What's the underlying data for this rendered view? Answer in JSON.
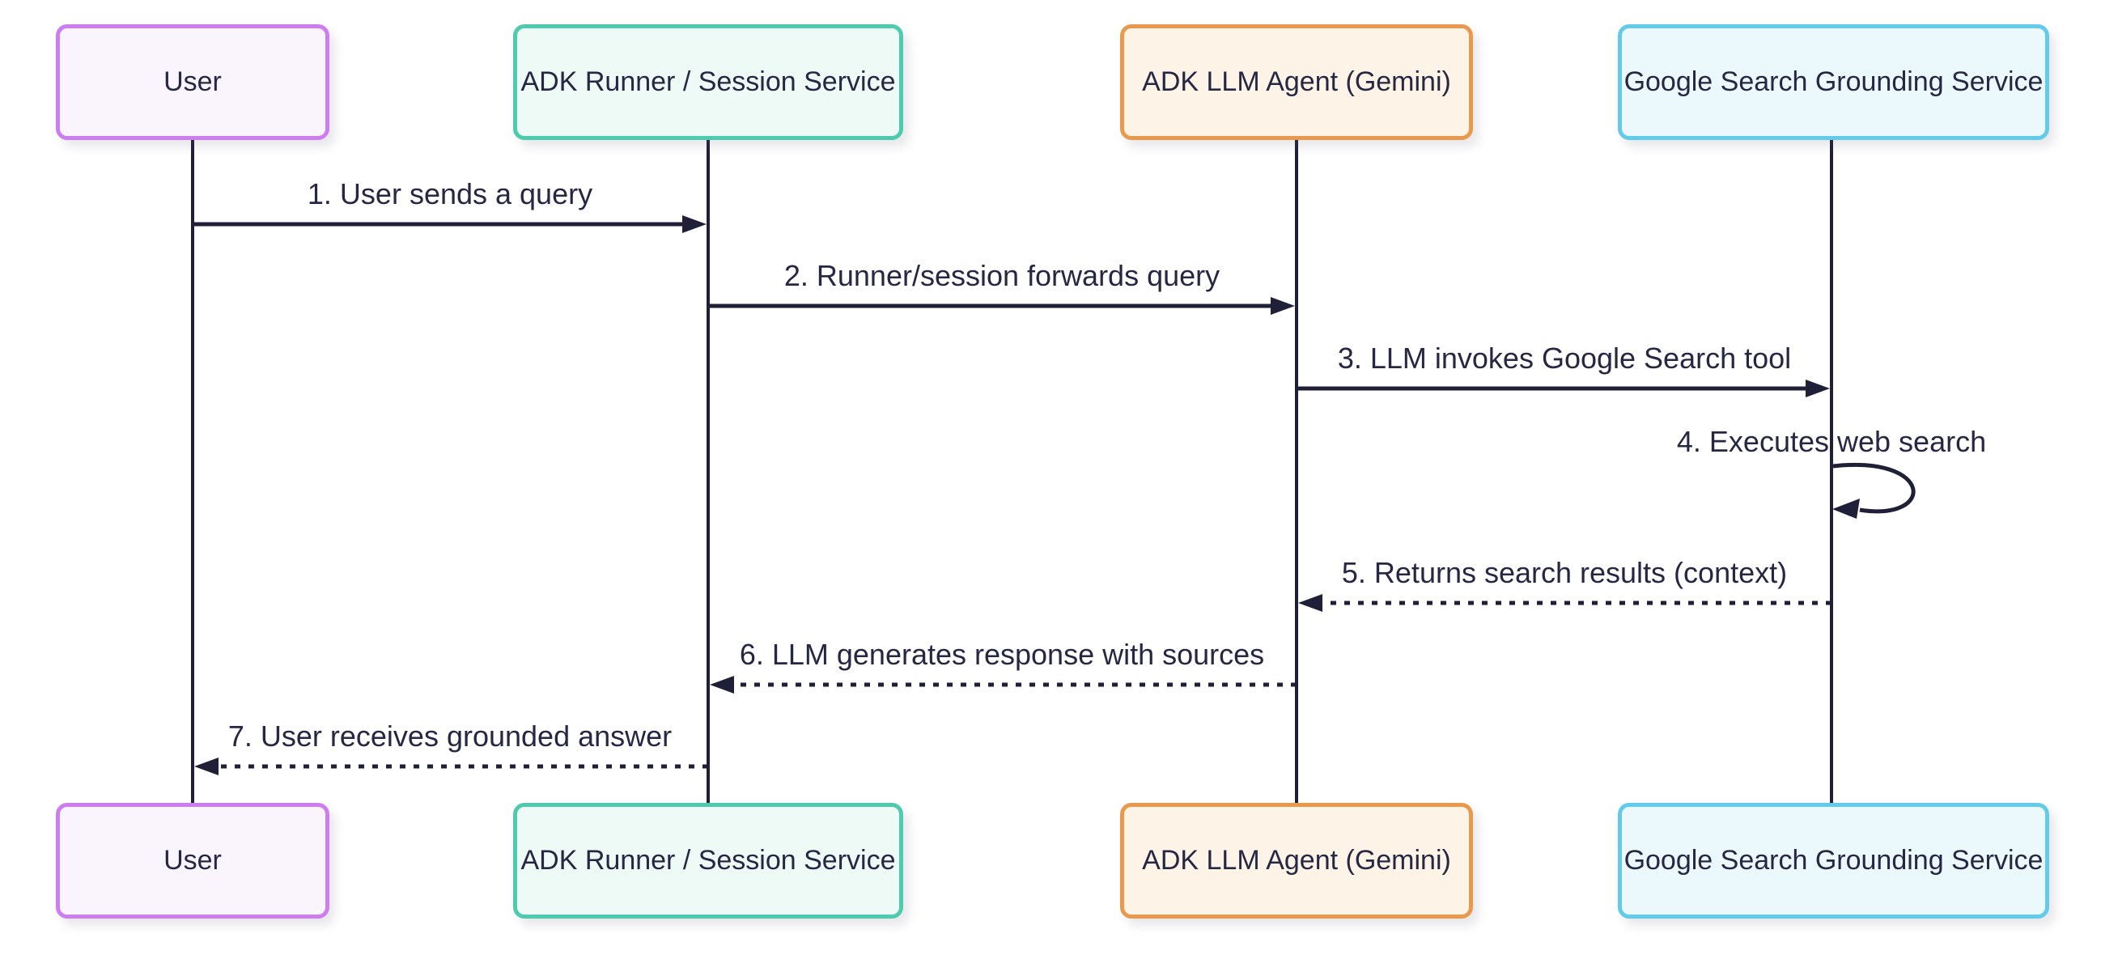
{
  "diagram": {
    "type": "sequence-diagram",
    "background_color": "#ffffff",
    "line_color": "#1f2038",
    "text_color": "#262743",
    "actors": [
      {
        "id": "user",
        "label": "User",
        "fill": "#faf4fd",
        "border": "#cd7df0"
      },
      {
        "id": "runner",
        "label": "ADK Runner / Session Service",
        "fill": "#eefaf6",
        "border": "#4ecbae"
      },
      {
        "id": "llm",
        "label": "ADK LLM Agent (Gemini)",
        "fill": "#fdf3e7",
        "border": "#e9994d"
      },
      {
        "id": "google",
        "label": "Google Search Grounding Service",
        "fill": "#ebf8fc",
        "border": "#62cbe9"
      }
    ],
    "messages": [
      {
        "num": 1,
        "label": "1. User sends a query",
        "from": "user",
        "to": "runner",
        "line_style": "solid",
        "direction": "right"
      },
      {
        "num": 2,
        "label": "2. Runner/session forwards query",
        "from": "runner",
        "to": "llm",
        "line_style": "solid",
        "direction": "right"
      },
      {
        "num": 3,
        "label": "3. LLM invokes Google Search tool",
        "from": "llm",
        "to": "google",
        "line_style": "solid",
        "direction": "right"
      },
      {
        "num": 4,
        "label": "4. Executes web search",
        "from": "google",
        "to": "google",
        "line_style": "solid",
        "direction": "self-loop"
      },
      {
        "num": 5,
        "label": "5. Returns search results (context)",
        "from": "google",
        "to": "llm",
        "line_style": "dotted",
        "direction": "left"
      },
      {
        "num": 6,
        "label": "6. LLM generates response with sources",
        "from": "llm",
        "to": "runner",
        "line_style": "dotted",
        "direction": "left"
      },
      {
        "num": 7,
        "label": "7. User receives grounded answer",
        "from": "runner",
        "to": "user",
        "line_style": "dotted",
        "direction": "left"
      }
    ]
  }
}
